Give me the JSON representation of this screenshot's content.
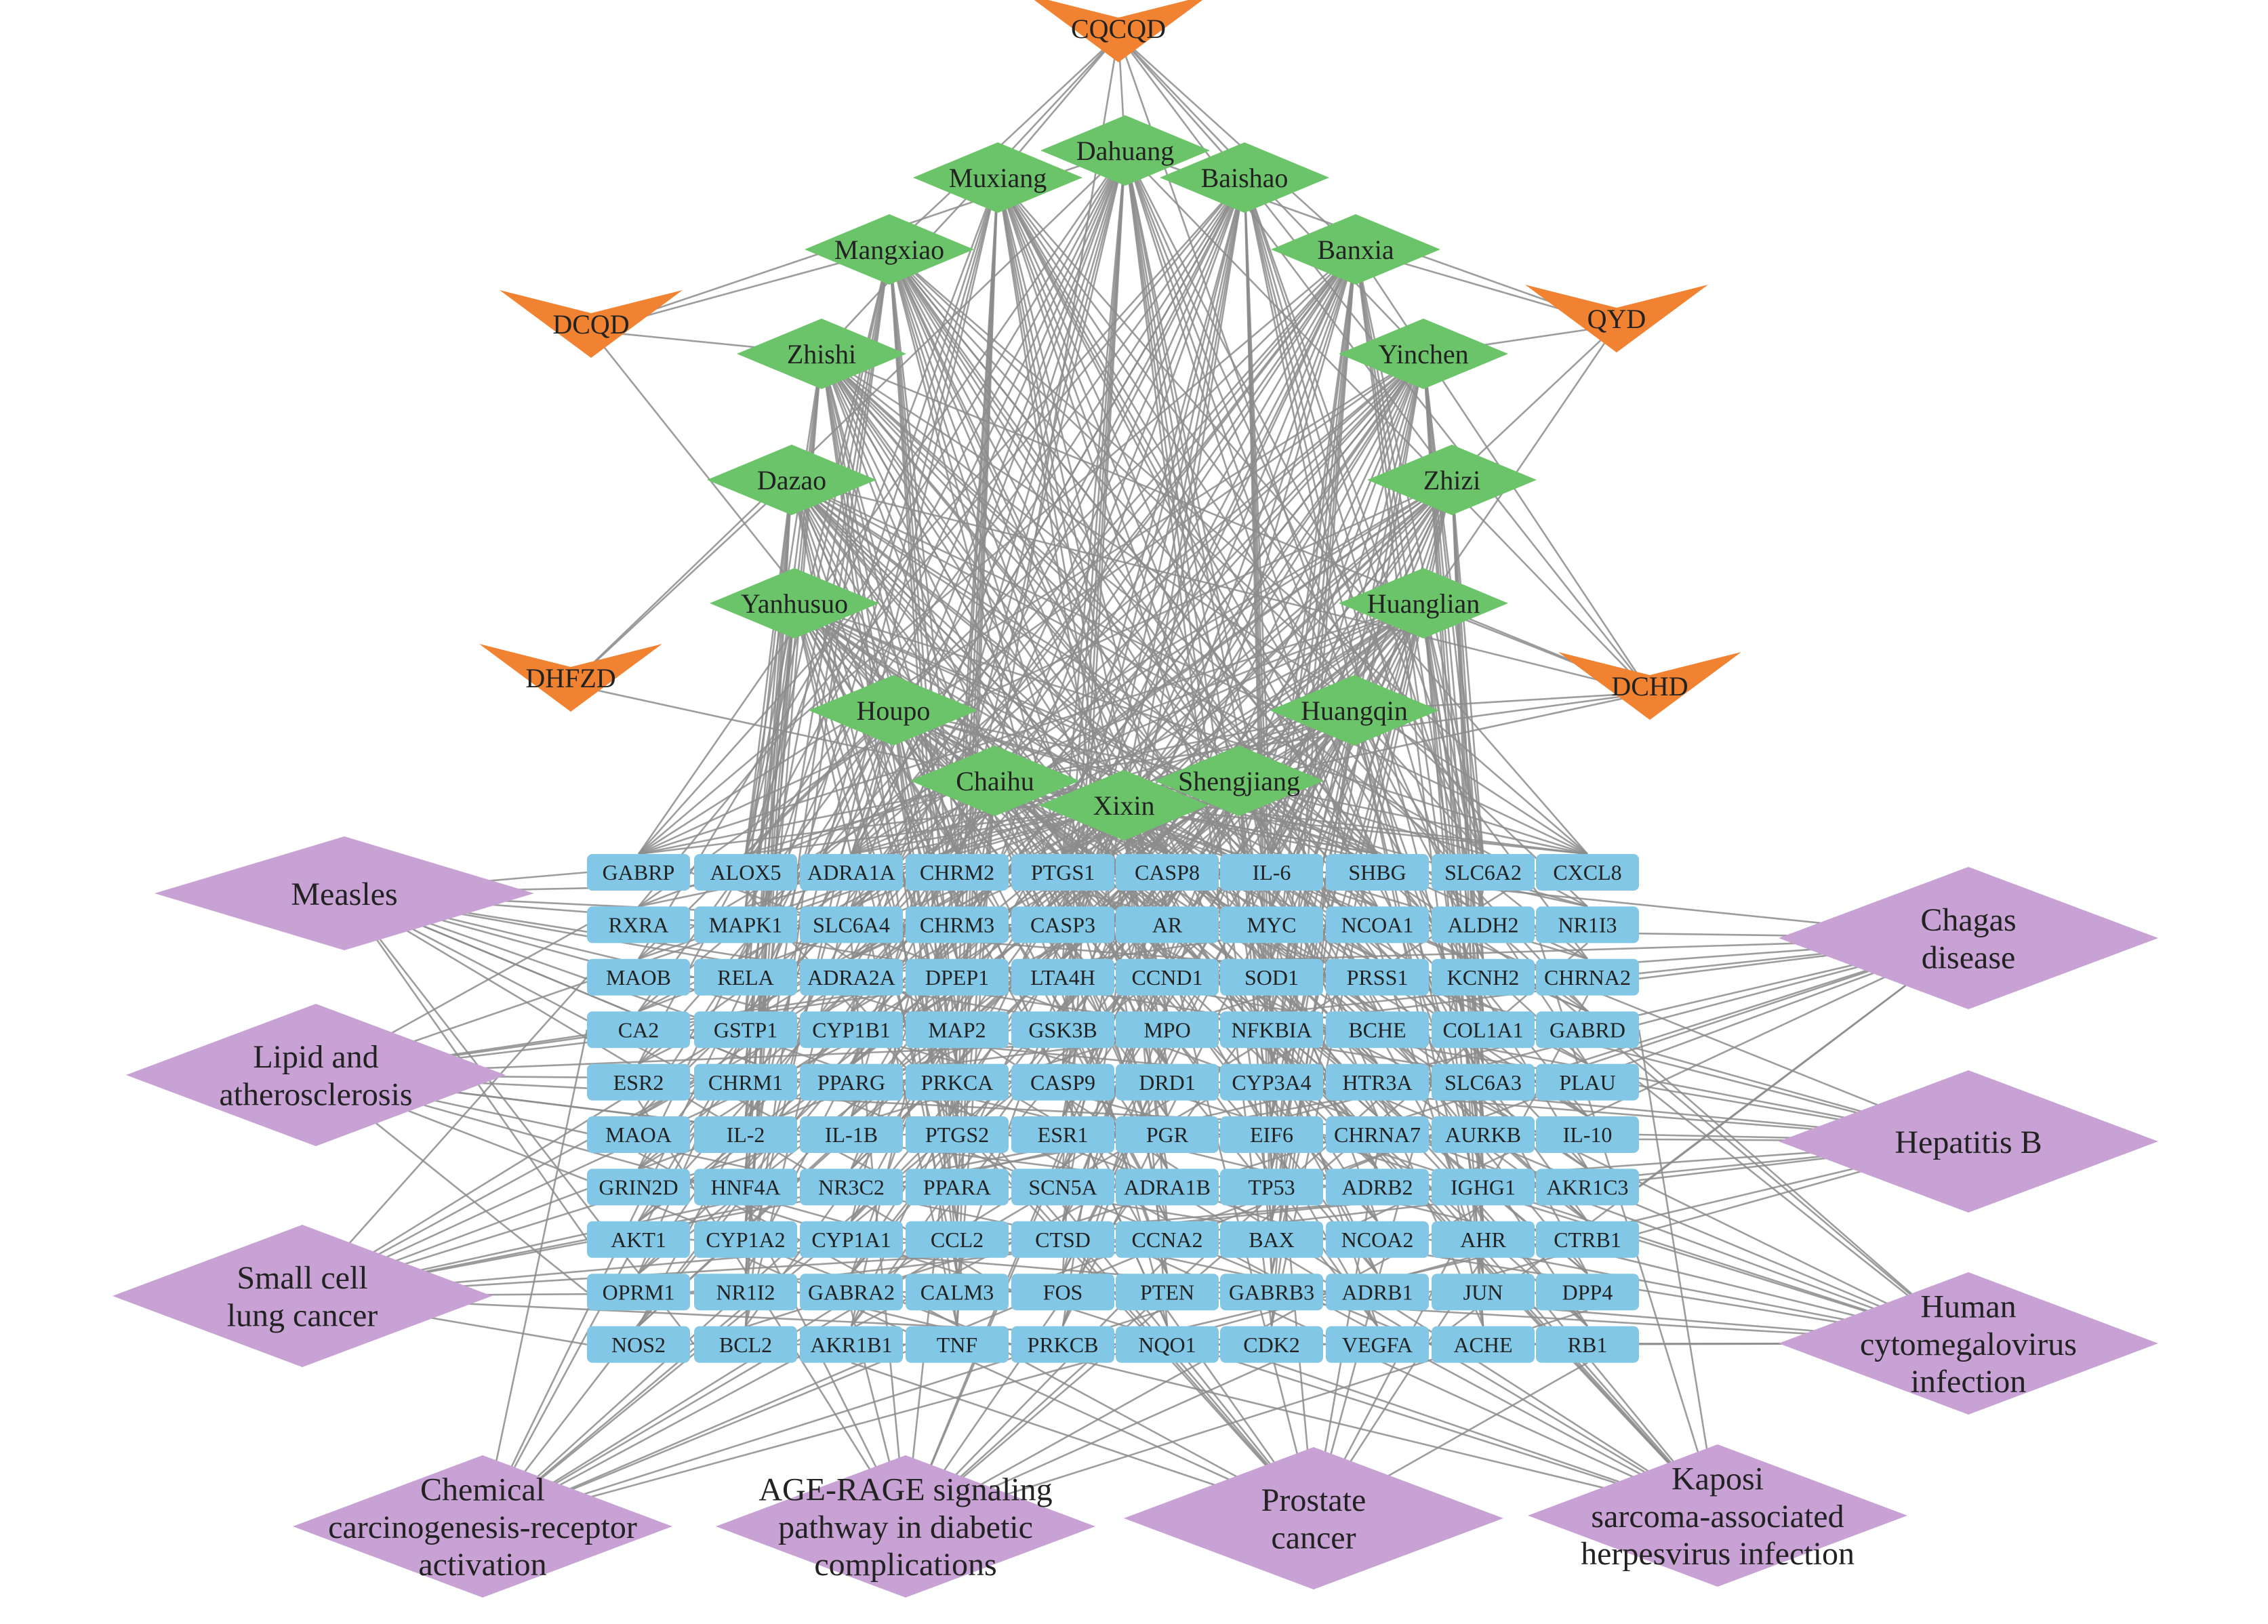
{
  "colors": {
    "formula": "#f08232",
    "herb": "#6cc46a",
    "target": "#82c8e6",
    "pathway": "#c8a2d4",
    "edge": "#8c8c8c"
  },
  "formulas": [
    {
      "id": "CQCQD",
      "label": "CQCQD"
    },
    {
      "id": "DCQD",
      "label": "DCQD"
    },
    {
      "id": "QYD",
      "label": "QYD"
    },
    {
      "id": "DHFZD",
      "label": "DHFZD"
    },
    {
      "id": "DCHD",
      "label": "DCHD"
    }
  ],
  "herbs": [
    {
      "id": "Dahuang",
      "label": "Dahuang"
    },
    {
      "id": "Muxiang",
      "label": "Muxiang"
    },
    {
      "id": "Baishao",
      "label": "Baishao"
    },
    {
      "id": "Mangxiao",
      "label": "Mangxiao"
    },
    {
      "id": "Banxia",
      "label": "Banxia"
    },
    {
      "id": "Zhishi",
      "label": "Zhishi"
    },
    {
      "id": "Yinchen",
      "label": "Yinchen"
    },
    {
      "id": "Dazao",
      "label": "Dazao"
    },
    {
      "id": "Zhizi",
      "label": "Zhizi"
    },
    {
      "id": "Yanhusuo",
      "label": "Yanhusuo"
    },
    {
      "id": "Huanglian",
      "label": "Huanglian"
    },
    {
      "id": "Houpo",
      "label": "Houpo"
    },
    {
      "id": "Huangqin",
      "label": "Huangqin"
    },
    {
      "id": "Chaihu",
      "label": "Chaihu"
    },
    {
      "id": "Shengjiang",
      "label": "Shengjiang"
    },
    {
      "id": "Xixin",
      "label": "Xixin"
    }
  ],
  "formula_herb_links": [
    [
      "CQCQD",
      "Dahuang"
    ],
    [
      "CQCQD",
      "Muxiang"
    ],
    [
      "CQCQD",
      "Baishao"
    ],
    [
      "CQCQD",
      "Mangxiao"
    ],
    [
      "CQCQD",
      "Banxia"
    ],
    [
      "CQCQD",
      "Zhishi"
    ],
    [
      "CQCQD",
      "Yinchen"
    ],
    [
      "CQCQD",
      "Zhizi"
    ],
    [
      "CQCQD",
      "Huangqin"
    ],
    [
      "CQCQD",
      "Chaihu"
    ],
    [
      "DCQD",
      "Dahuang"
    ],
    [
      "DCQD",
      "Mangxiao"
    ],
    [
      "DCQD",
      "Zhishi"
    ],
    [
      "DCQD",
      "Houpo"
    ],
    [
      "QYD",
      "Banxia"
    ],
    [
      "QYD",
      "Yinchen"
    ],
    [
      "QYD",
      "Zhizi"
    ],
    [
      "QYD",
      "Dahuang"
    ],
    [
      "QYD",
      "Huangqin"
    ],
    [
      "DHFZD",
      "Dahuang"
    ],
    [
      "DHFZD",
      "Xixin"
    ],
    [
      "DHFZD",
      "Dazao"
    ],
    [
      "DCHD",
      "Chaihu"
    ],
    [
      "DCHD",
      "Huangqin"
    ],
    [
      "DCHD",
      "Banxia"
    ],
    [
      "DCHD",
      "Shengjiang"
    ],
    [
      "DCHD",
      "Dazao"
    ],
    [
      "DCHD",
      "Zhishi"
    ],
    [
      "DCHD",
      "Baishao"
    ],
    [
      "DCHD",
      "Dahuang"
    ],
    [
      "DCHD",
      "Huanglian"
    ]
  ],
  "targets": [
    [
      "GABRP",
      "ALOX5",
      "ADRA1A",
      "CHRM2",
      "PTGS1",
      "CASP8",
      "IL-6",
      "SHBG",
      "SLC6A2",
      "CXCL8"
    ],
    [
      "RXRA",
      "MAPK1",
      "SLC6A4",
      "CHRM3",
      "CASP3",
      "AR",
      "MYC",
      "NCOA1",
      "ALDH2",
      "NR1I3"
    ],
    [
      "MAOB",
      "RELA",
      "ADRA2A",
      "DPEP1",
      "LTA4H",
      "CCND1",
      "SOD1",
      "PRSS1",
      "KCNH2",
      "CHRNA2"
    ],
    [
      "CA2",
      "GSTP1",
      "CYP1B1",
      "MAP2",
      "GSK3B",
      "MPO",
      "NFKBIA",
      "BCHE",
      "COL1A1",
      "GABRD"
    ],
    [
      "ESR2",
      "CHRM1",
      "PPARG",
      "PRKCA",
      "CASP9",
      "DRD1",
      "CYP3A4",
      "HTR3A",
      "SLC6A3",
      "PLAU"
    ],
    [
      "MAOA",
      "IL-2",
      "IL-1B",
      "PTGS2",
      "ESR1",
      "PGR",
      "EIF6",
      "CHRNA7",
      "AURKB",
      "IL-10"
    ],
    [
      "GRIN2D",
      "HNF4A",
      "NR3C2",
      "PPARA",
      "SCN5A",
      "ADRA1B",
      "TP53",
      "ADRB2",
      "IGHG1",
      "AKR1C3"
    ],
    [
      "AKT1",
      "CYP1A2",
      "CYP1A1",
      "CCL2",
      "CTSD",
      "CCNA2",
      "BAX",
      "NCOA2",
      "AHR",
      "CTRB1"
    ],
    [
      "OPRM1",
      "NR1I2",
      "GABRA2",
      "CALM3",
      "FOS",
      "PTEN",
      "GABRB3",
      "ADRB1",
      "JUN",
      "DPP4"
    ],
    [
      "NOS2",
      "BCL2",
      "AKR1B1",
      "TNF",
      "PRKCB",
      "NQO1",
      "CDK2",
      "VEGFA",
      "ACHE",
      "RB1"
    ]
  ],
  "pathways": [
    {
      "id": "measles",
      "lines": [
        "Measles"
      ]
    },
    {
      "id": "lipid",
      "lines": [
        "Lipid and",
        "atherosclerosis"
      ]
    },
    {
      "id": "sclc",
      "lines": [
        "Small cell",
        "lung cancer"
      ]
    },
    {
      "id": "chemical",
      "lines": [
        "Chemical",
        "carcinogenesis-receptor",
        "activation"
      ]
    },
    {
      "id": "agerage",
      "lines": [
        "AGE-RAGE signaling",
        "pathway in diabetic",
        "complications"
      ]
    },
    {
      "id": "prostate",
      "lines": [
        "Prostate",
        "cancer"
      ]
    },
    {
      "id": "kaposi",
      "lines": [
        "Kaposi",
        "sarcoma-associated",
        "herpesvirus infection"
      ]
    },
    {
      "id": "hcmv",
      "lines": [
        "Human",
        "cytomegalovirus",
        "infection"
      ]
    },
    {
      "id": "hepb",
      "lines": [
        "Hepatitis B"
      ]
    },
    {
      "id": "chagas",
      "lines": [
        "Chagas",
        "disease"
      ]
    }
  ]
}
